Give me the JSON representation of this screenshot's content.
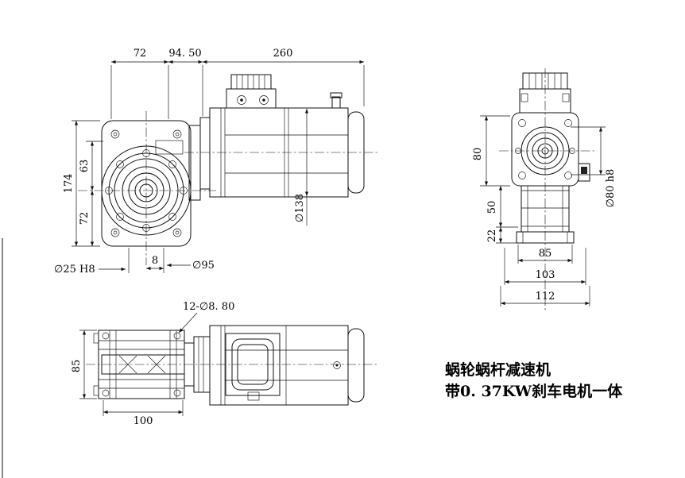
{
  "notes": {
    "line1": "蜗轮蜗杆减速机",
    "line2": "带0. 37KW刹车电机一体"
  },
  "front_view": {
    "dim_top_left": "72",
    "dim_top_mid": "94. 50",
    "dim_top_right": "260",
    "dim_left_total": "174",
    "dim_left_upper": "63",
    "dim_left_lower": "72",
    "dim_bore": "∅25 H8",
    "dim_offset": "8",
    "dim_spigot": "∅95",
    "dim_motor_dia": "∅138"
  },
  "side_view": {
    "dim_left_top": "80",
    "dim_left_mid": "50",
    "dim_left_bottom": "22",
    "dim_shaft": "∅80 h8",
    "dim_bottom_1": "85",
    "dim_bottom_2": "103",
    "dim_bottom_3": "112"
  },
  "plan_view": {
    "dim_holes": "12-∅8. 80",
    "dim_left": "85",
    "dim_bottom": "100"
  }
}
